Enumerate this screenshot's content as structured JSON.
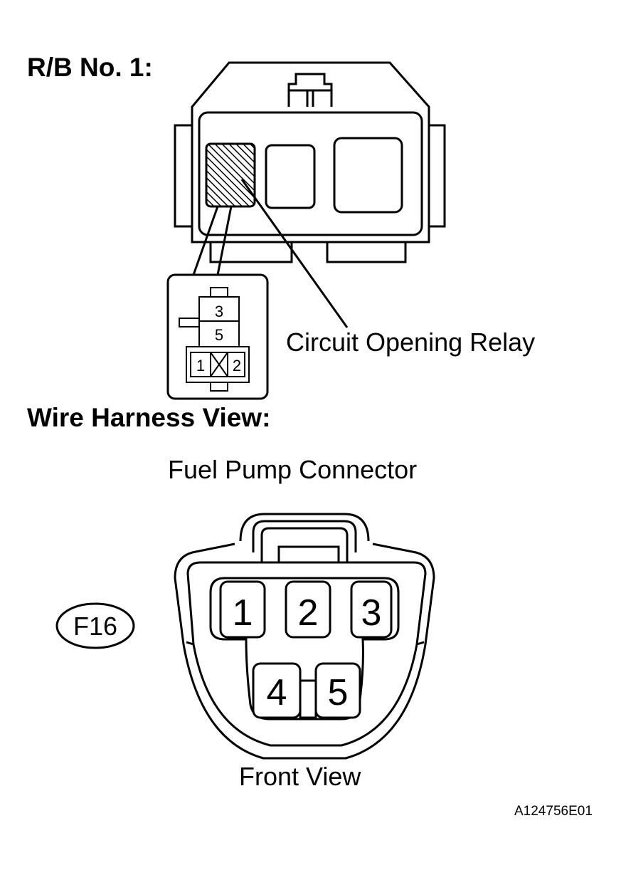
{
  "headings": {
    "relay_block": "R/B No. 1:",
    "wire_harness": "Wire Harness View:"
  },
  "relay_block": {
    "relay_label": "Circuit Opening Relay",
    "relay_pins": [
      "3",
      "5",
      "1",
      "2"
    ]
  },
  "fuel_pump": {
    "title": "Fuel Pump Connector",
    "connector_code": "F16",
    "pins": [
      "1",
      "2",
      "3",
      "4",
      "5"
    ],
    "view_label": "Front View"
  },
  "figure_id": "A124756E01"
}
